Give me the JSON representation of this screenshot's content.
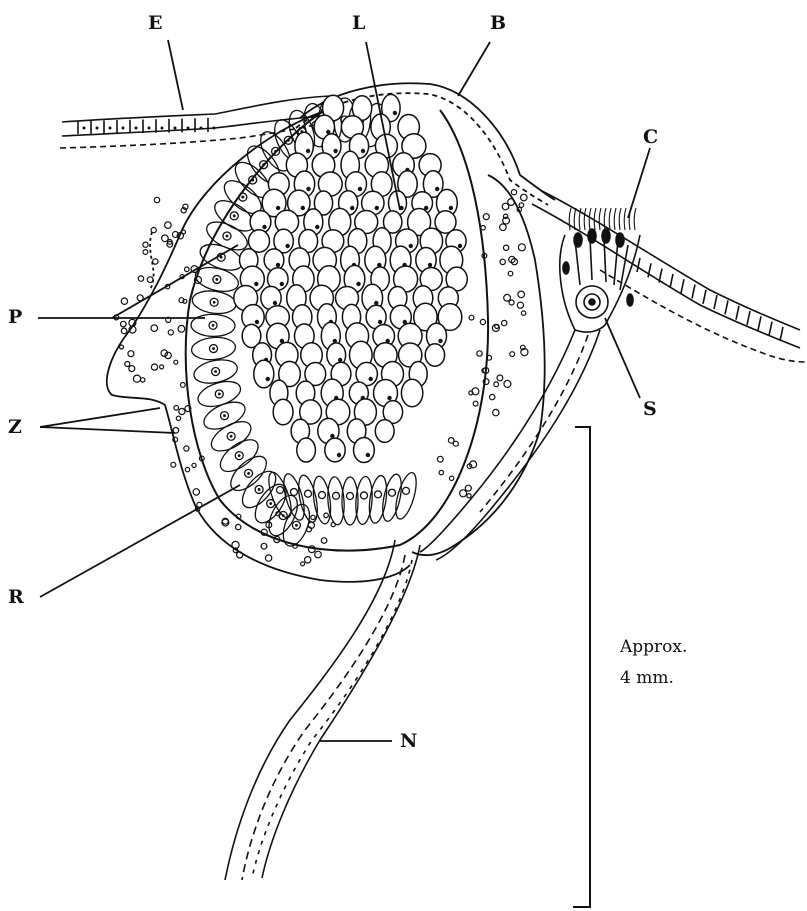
{
  "labels": {
    "E": "E",
    "L": "L",
    "B": "B",
    "C": "C",
    "P": "P",
    "S": "S",
    "Z": "Z",
    "R": "R",
    "N": "N"
  },
  "scale": {
    "line1": "Approx.",
    "line2": "4 mm."
  },
  "colors": {
    "ink": "#111111",
    "background": "#ffffff"
  }
}
